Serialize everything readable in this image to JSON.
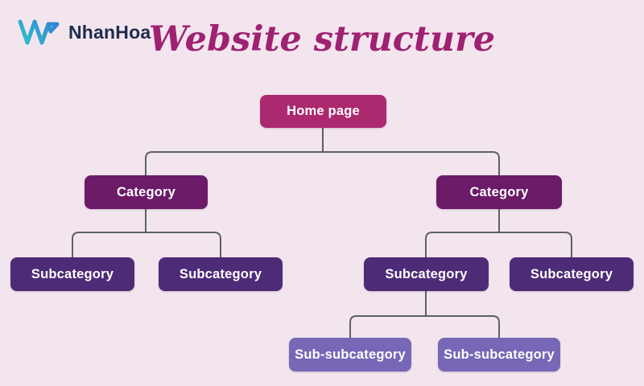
{
  "brand": {
    "name": "NhanHoa",
    "logo": "nhanhoa-w-logo"
  },
  "title": "Website structure",
  "colors": {
    "background": "#f3e5ee",
    "line": "#5b6066",
    "home": "#ab2a6f",
    "category": "#6b1b68",
    "subcategory": "#4e2b77",
    "subsubcategory": "#7767b6",
    "node_text": "#ffffff",
    "title_text": "#9e2271",
    "brand_text": "#1d2c4e",
    "logo_teal": "#32bccd",
    "logo_blue": "#2f86d2"
  },
  "diagram": {
    "type": "tree",
    "nodes": [
      {
        "id": "home",
        "label": "Home page",
        "level": 0,
        "parent": null
      },
      {
        "id": "category-left",
        "label": "Category",
        "level": 1,
        "parent": "home"
      },
      {
        "id": "category-right",
        "label": "Category",
        "level": 1,
        "parent": "home"
      },
      {
        "id": "subcategory-left-1",
        "label": "Subcategory",
        "level": 2,
        "parent": "category-left"
      },
      {
        "id": "subcategory-left-2",
        "label": "Subcategory",
        "level": 2,
        "parent": "category-left"
      },
      {
        "id": "subcategory-right-1",
        "label": "Subcategory",
        "level": 2,
        "parent": "category-right"
      },
      {
        "id": "subcategory-right-2",
        "label": "Subcategory",
        "level": 2,
        "parent": "category-right"
      },
      {
        "id": "sub-subcategory-1",
        "label": "Sub-subcategory",
        "level": 3,
        "parent": "subcategory-right-1"
      },
      {
        "id": "sub-subcategory-2",
        "label": "Sub-subcategory",
        "level": 3,
        "parent": "subcategory-right-1"
      }
    ]
  }
}
